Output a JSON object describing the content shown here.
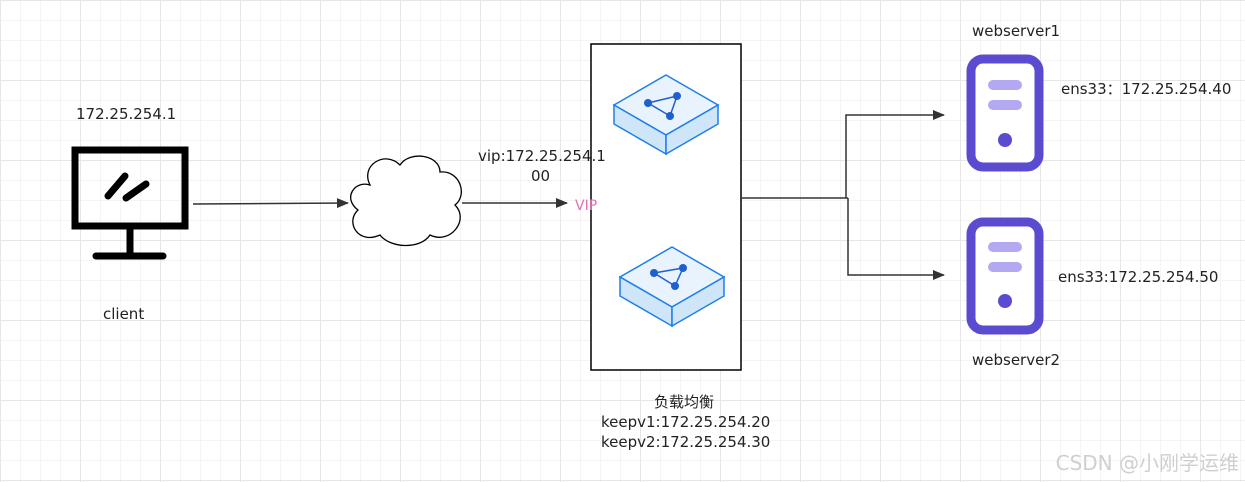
{
  "client": {
    "ip_label": "172.25.254.1",
    "name_label": "client",
    "icon": "monitor-icon"
  },
  "cloud": {
    "icon": "cloud-icon"
  },
  "vip": {
    "label_line1": "vip:172.25.254.1",
    "label_line2": "00",
    "tag": "VIP"
  },
  "load_balancer": {
    "title": "负载均衡",
    "keepv1": "keepv1:172.25.254.20",
    "keepv2": "keepv2:172.25.254.30",
    "icon_top": "network-switch-icon",
    "icon_bottom": "network-switch-icon"
  },
  "webserver1": {
    "name": "webserver1",
    "ip_label": "ens33：172.25.254.40",
    "icon": "server-icon"
  },
  "webserver2": {
    "name": "webserver2",
    "ip_label": "ens33:172.25.254.50",
    "icon": "server-icon"
  },
  "watermark": "CSDN @小刚学运维",
  "colors": {
    "server_purple": "#5b4bd0",
    "server_slot": "#b3a9f2",
    "switch_blue": "#1f7fea",
    "switch_fill": "#d6ebfb",
    "vip_pink": "#e26fb0",
    "line": "#333333"
  }
}
